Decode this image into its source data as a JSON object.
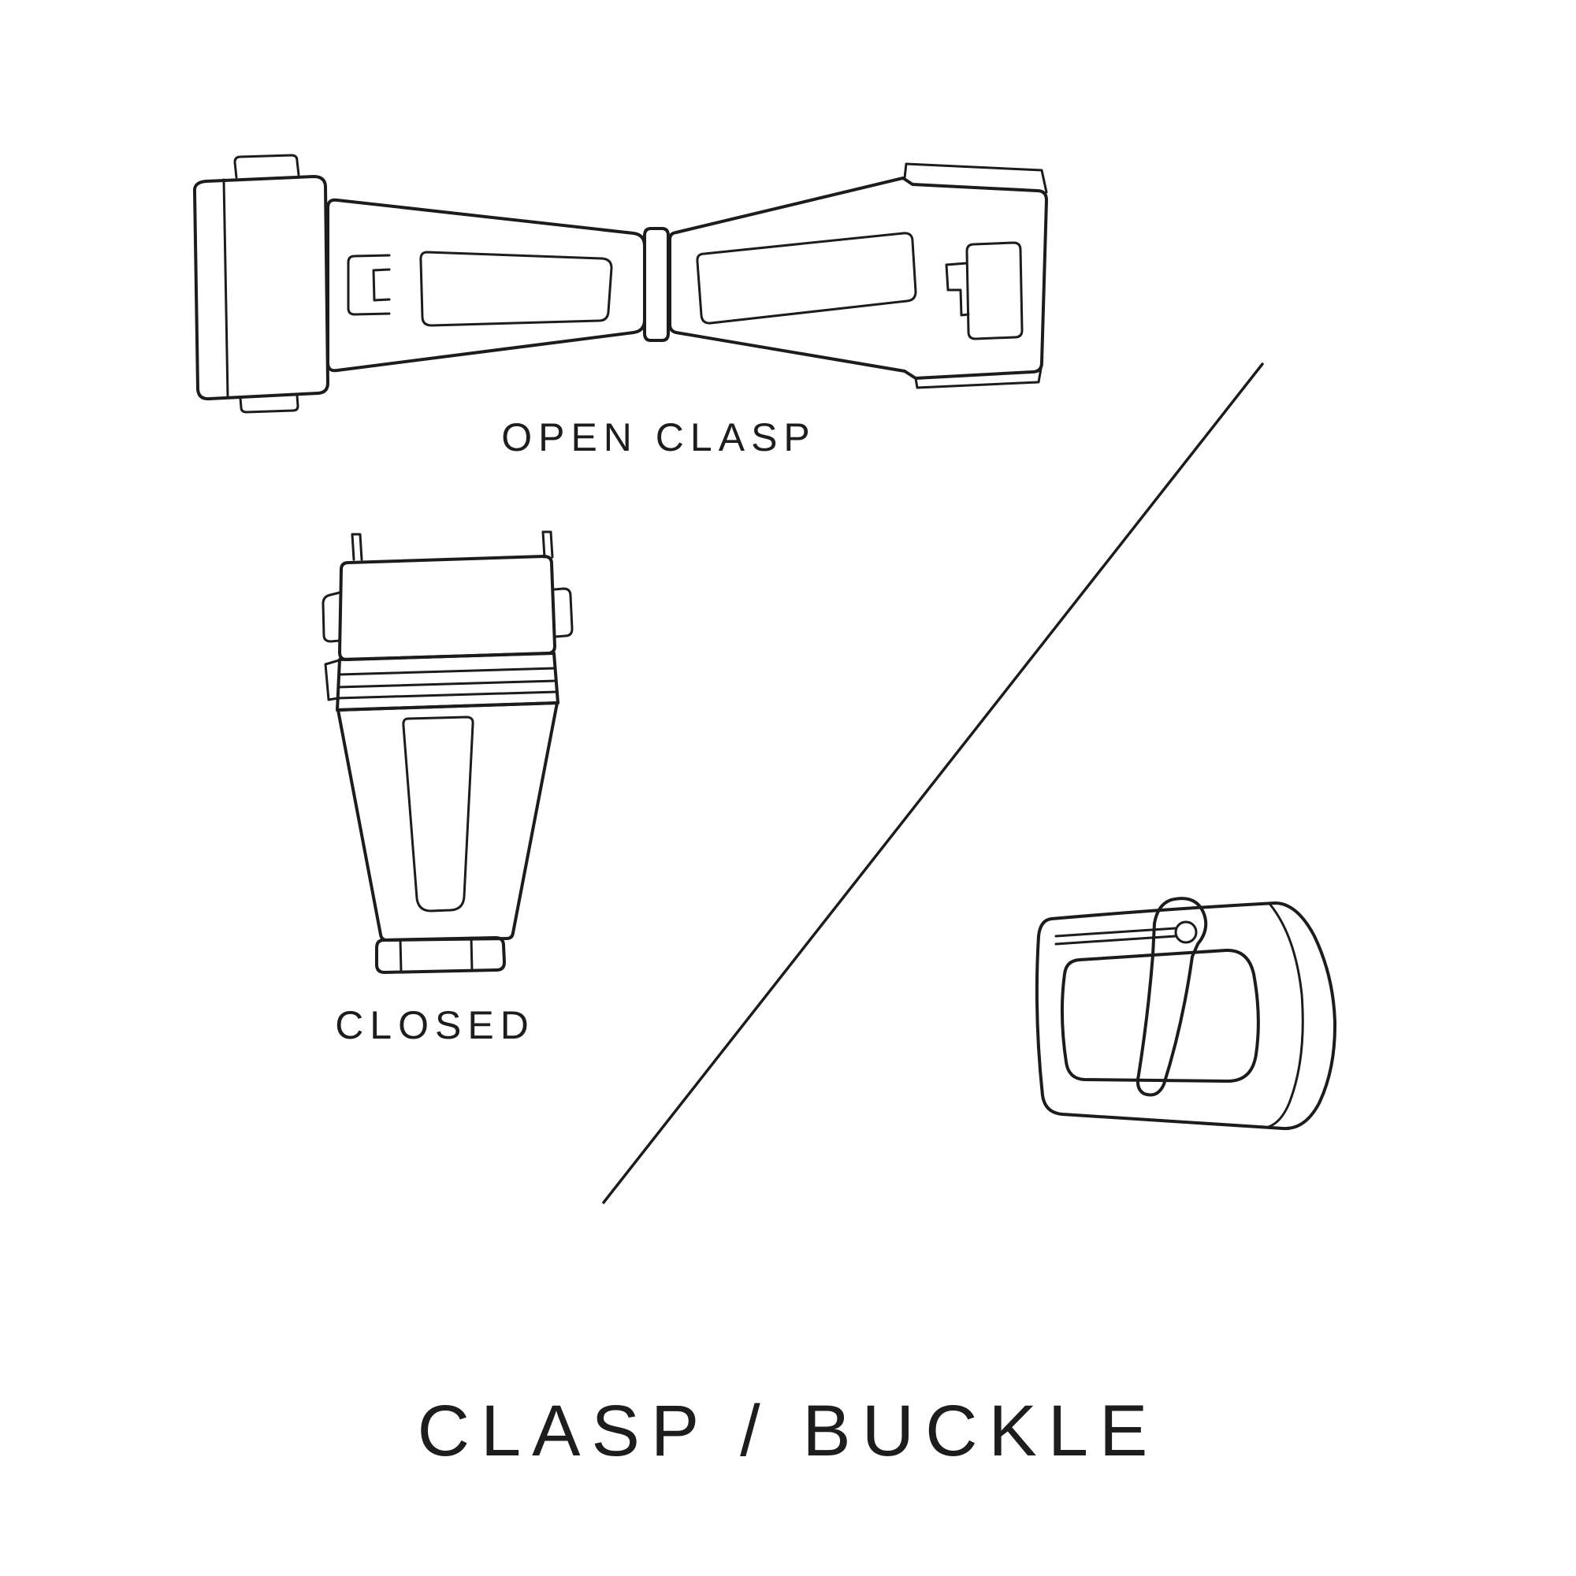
{
  "page": {
    "background_color": "#ffffff",
    "line_color": "#1c1c1c",
    "text_color": "#1d1d1d",
    "title": "CLASP / BUCKLE"
  },
  "figures": {
    "open_clasp": {
      "label": "OPEN CLASP",
      "icon": "open-clasp-illustration"
    },
    "closed_clasp": {
      "label": "CLOSED",
      "icon": "closed-clasp-illustration"
    },
    "buckle": {
      "icon": "tang-buckle-illustration"
    }
  },
  "divider": {
    "icon": "diagonal-divider-line"
  }
}
